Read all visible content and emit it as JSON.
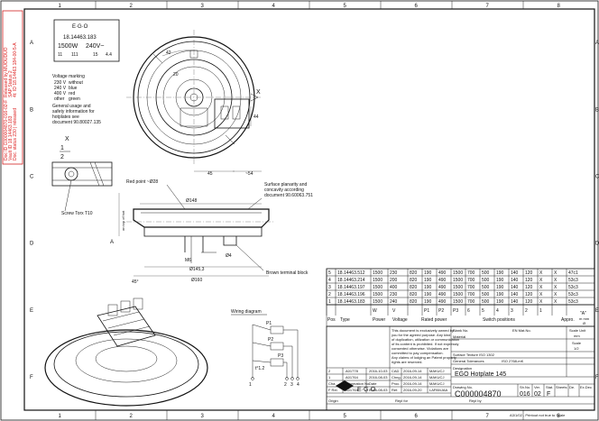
{
  "frame": {
    "columns": [
      "1",
      "2",
      "3",
      "4",
      "5",
      "6",
      "7",
      "8"
    ],
    "rows": [
      "A",
      "B",
      "C",
      "D",
      "E",
      "F"
    ]
  },
  "side_stamp": {
    "color": "#d22222",
    "lines": [
      "Doc ID C000004870-016-02-F",
      "Vault ID 18.14463.183",
      "Doc. status 230 | released",
      "Released by MUOUDUO",
      "SAP Status 2",
      "4t: ID 18.14463.184-00-5-A"
    ]
  },
  "label_plate": {
    "part_number": "18.14463.183",
    "power": "1500W",
    "voltage": "240V~",
    "codes": [
      "11",
      "111",
      "15",
      "4.4"
    ]
  },
  "voltage_marking": {
    "title": "Voltage marking",
    "rows": [
      {
        "v": "230 V",
        "c": "without"
      },
      {
        "v": "240 V",
        "c": "blue"
      },
      {
        "v": "400 V",
        "c": "red"
      },
      {
        "v": "other",
        "c": "green"
      }
    ]
  },
  "general_usage": [
    "General usage and",
    "safety information for",
    "hotplates see",
    "document 90.80027.135"
  ],
  "callouts": {
    "red_point": "Red point ~Ø28",
    "surface": [
      "Surface planarity and",
      "concavity according",
      "document 90.60063.751"
    ],
    "screw": "Screw Torx T10",
    "brown_terminal": "Brown terminal block",
    "view_x": "X",
    "view_x1": "X",
    "view_scale": "1",
    "view_2": "2"
  },
  "dimensions": {
    "d148": "Ø148",
    "d145": "Ø145,3",
    "d160": "Ø160",
    "d4": "Ø4",
    "m6": "M6",
    "d45": "45",
    "d54": "~54",
    "d44": "44",
    "d42": "42",
    "d20": "20",
    "angle45": "45°",
    "top_of_hot": "on top of hot",
    "a_label": "A"
  },
  "wiring": {
    "title": "Wiring diagram",
    "labels": [
      "P1",
      "P2",
      "P3",
      "1",
      "2",
      "3",
      "4",
      "t°1.2"
    ]
  },
  "variants": [
    {
      "pos": "5",
      "type": "18.14463.512",
      "power": "1500",
      "voltage": "230",
      "p1": "820",
      "p2": "190",
      "p3": "490",
      "s": [
        "1500",
        "700",
        "500",
        "190",
        "140",
        "120"
      ],
      "x1": "X",
      "x2": "X",
      "appro": "47c1"
    },
    {
      "pos": "4",
      "type": "18.14463.214",
      "power": "1500",
      "voltage": "200",
      "p1": "820",
      "p2": "190",
      "p3": "490",
      "s": [
        "1500",
        "700",
        "500",
        "190",
        "140",
        "120"
      ],
      "x1": "X",
      "x2": "X",
      "appro": "53c3"
    },
    {
      "pos": "3",
      "type": "18.14463.197",
      "power": "1500",
      "voltage": "400",
      "p1": "820",
      "p2": "190",
      "p3": "490",
      "s": [
        "1500",
        "700",
        "500",
        "190",
        "140",
        "120"
      ],
      "x1": "X",
      "x2": "X",
      "appro": "53c3"
    },
    {
      "pos": "2",
      "type": "18.14463.196",
      "power": "1500",
      "voltage": "230",
      "p1": "820",
      "p2": "190",
      "p3": "490",
      "s": [
        "1500",
        "700",
        "500",
        "190",
        "140",
        "120"
      ],
      "x1": "X",
      "x2": "X",
      "appro": "53c3"
    },
    {
      "pos": "1",
      "type": "18.14463.183",
      "power": "1500",
      "voltage": "240",
      "p1": "820",
      "p2": "190",
      "p3": "490",
      "s": [
        "1500",
        "700",
        "500",
        "190",
        "140",
        "120"
      ],
      "x1": "X",
      "x2": "X",
      "appro": "53c3"
    }
  ],
  "variant_header": {
    "units": [
      "W",
      "V",
      "P1",
      "P2",
      "P3",
      "6",
      "5",
      "4",
      "3",
      "2",
      "1"
    ],
    "names": [
      "Pos",
      "Type",
      "Power",
      "Voltage",
      "Rated power",
      "Switch positions",
      "Appro."
    ]
  },
  "title_block": {
    "blank_no": "Blank No.",
    "en_mat": "EN Mat.No.",
    "material": "Material",
    "surface": "Surface Texture ISO 1302",
    "tolerances": "General Tolerances",
    "tolerances_val": "ISO 2768-mK",
    "scale_label": "Scale Unit",
    "scale_unit": "mm",
    "scale": "1/2",
    "designation_label": "Designation",
    "designation": "EGO Hotplate 145",
    "drawing_no_label": "Drawing No.",
    "drawing_no": "C000004870",
    "sh_no_label": "Sh.No.",
    "sh_no": "016",
    "ver_label": "Ver.",
    "ver": "02",
    "stat_label": "Stat.",
    "stat": "F",
    "sheets_label": "Sheets",
    "sheets": "",
    "de": "De.",
    "ex": "Ex.Dec.",
    "cad": "CAD",
    "date": "Date",
    "name": "Name",
    "chng": "Chng.",
    "proc": "Proc.",
    "ref": "Ref.",
    "rows": [
      {
        "no": "2",
        "id": "A01778",
        "date": "2016-10-03",
        "lbl": "CAD",
        "d2": "2016-09-14",
        "n": "MAKUCJ"
      },
      {
        "no": "1",
        "id": "A01764",
        "date": "2016-08-03",
        "lbl": "Chng.",
        "d2": "2016-09-14",
        "n": "MAKUCJ"
      },
      {
        "no": "Cha.",
        "id": "Information No.",
        "date": "Date",
        "lbl": "Proc.",
        "d2": "2016-09-14",
        "n": "MAKUCJ"
      },
      {
        "no": "F Rel.",
        "id": "A01764",
        "date": "2016-08-03",
        "lbl": "Ref.",
        "d2": "2016-09-20",
        "n": "LAPANJAA"
      }
    ],
    "notice": [
      "This document is exclusively owned by",
      "you for the agreed purpose. Any kind",
      "of duplication, utilization or communication",
      "of its content is prohibited. If not expressly",
      "consented otherwise. Violations are",
      "committed to pay compensation.",
      "Any claims of lodging an Patent property",
      "rights are reserved."
    ],
    "company": "E·G·O",
    "origin": "Origin",
    "repl_for": "Repl for",
    "repl_by": "Repl by",
    "footer": "A3/1/02 - Printout not true to Scale",
    "note_a": "\"A\"",
    "note_a2": "m mm",
    "note_a3": "Ø"
  }
}
